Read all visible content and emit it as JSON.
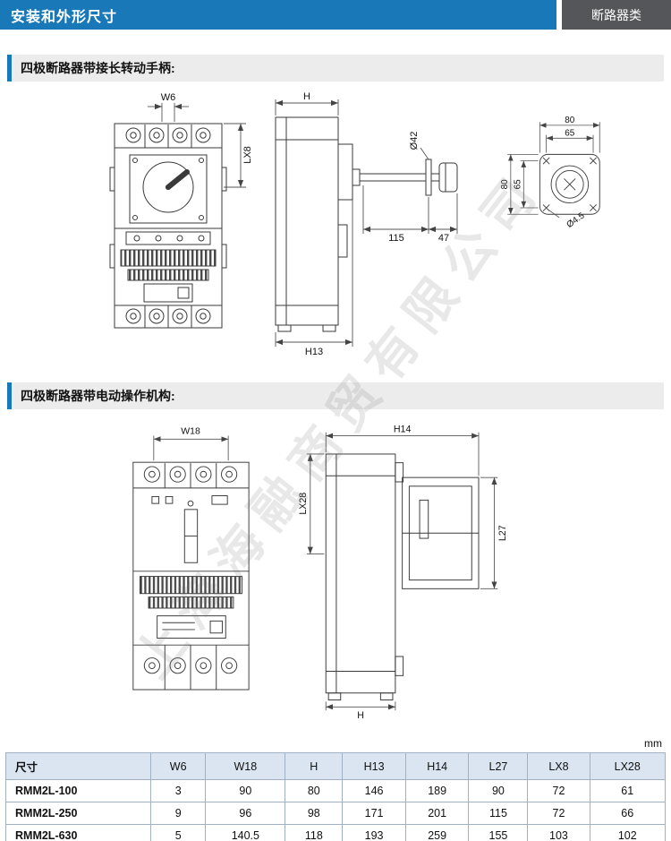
{
  "header": {
    "title": "安装和外形尺寸",
    "category": "断路器类"
  },
  "section1": {
    "title": "四极断路器带接长转动手柄:",
    "dims": {
      "w6": "W6",
      "lx8": "LX8",
      "h": "H",
      "d42": "Ø42",
      "len115": "115",
      "len47": "47",
      "h13": "H13",
      "plate_w_outer": "80",
      "plate_w_inner": "65",
      "plate_h_outer": "80",
      "plate_h_inner": "65",
      "hole": "Ø4.5"
    }
  },
  "section2": {
    "title": "四极断路器带电动操作机构:",
    "dims": {
      "w18": "W18",
      "lx28": "LX28",
      "h14": "H14",
      "l27": "L27",
      "h": "H"
    }
  },
  "watermark": "上海海融商贸有限公司",
  "page": {
    "unit_label": "mm"
  },
  "table": {
    "headers": [
      "尺寸",
      "W6",
      "W18",
      "H",
      "H13",
      "H14",
      "L27",
      "LX8",
      "LX28"
    ],
    "rows": [
      {
        "model": "RMM2L-100",
        "values": [
          "3",
          "90",
          "80",
          "146",
          "189",
          "90",
          "72",
          "61"
        ]
      },
      {
        "model": "RMM2L-250",
        "values": [
          "9",
          "96",
          "98",
          "171",
          "201",
          "115",
          "72",
          "66"
        ]
      },
      {
        "model": "RMM2L-630",
        "values": [
          "5",
          "140.5",
          "118",
          "193",
          "259",
          "155",
          "103",
          "102"
        ]
      }
    ]
  }
}
